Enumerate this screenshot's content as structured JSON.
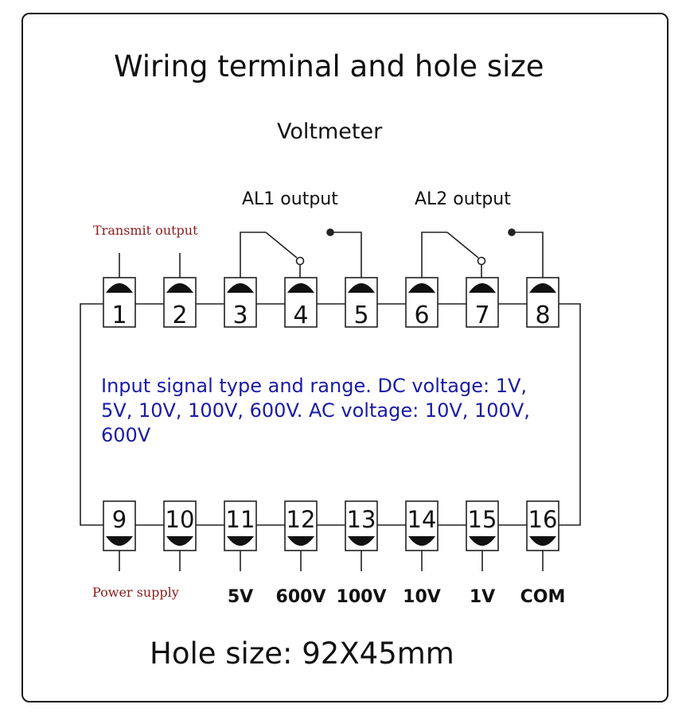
{
  "title": "Wiring terminal and hole size",
  "subtitle": "Voltmeter",
  "al1_label": "AL1 output",
  "al2_label": "AL2 output",
  "transmit_label": "Transmit output",
  "power_label": "Power supply",
  "info_text": "Input signal type and range. DC voltage: 1V, 5V, 10V, 100V, 600V. AC voltage: 10V, 100V, 600V",
  "top_terminals": [
    "1",
    "2",
    "3",
    "4",
    "5",
    "6",
    "7",
    "8"
  ],
  "bottom_terminals": [
    "9",
    "10",
    "11",
    "12",
    "13",
    "14",
    "15",
    "16"
  ],
  "bottom_labels": {
    "t11": "5V",
    "t12": "600V",
    "t13": "100V",
    "t14": "10V",
    "t15": "1V",
    "t16": "COM"
  },
  "hole_size": "Hole size: 92X45mm"
}
